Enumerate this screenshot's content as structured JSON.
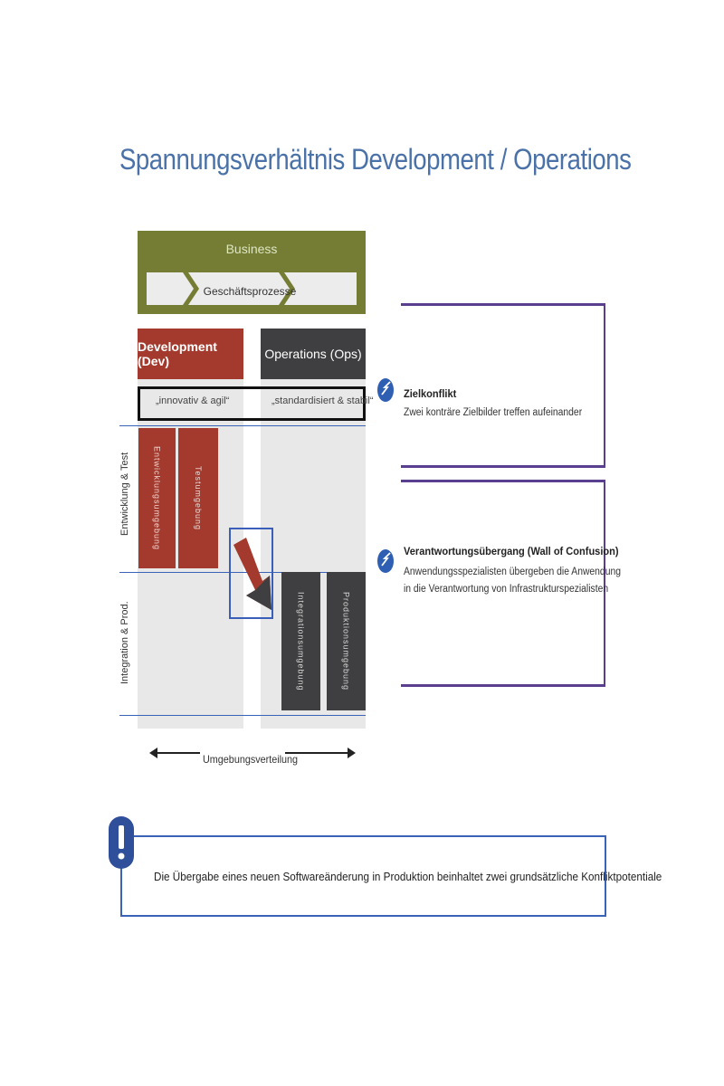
{
  "title": "Spannungsverhältnis Development / Operations",
  "diagram": {
    "business": "Business",
    "business_process": "Geschäftsprozesse",
    "dev_header": "Development (Dev)",
    "ops_header": "Operations (Ops)",
    "dev_goal": "„innovativ & agil“",
    "ops_goal": "„standardisiert & stabil“",
    "phases": {
      "dev_test": "Entwicklung & Test",
      "int_prod": "Integration & Prod."
    },
    "environments": {
      "development": "Entwicklungsumgebung",
      "test": "Testumgebung",
      "integration": "Integrationsumgebung",
      "production": "Produktionsumgebung"
    },
    "axis_label": "Umgebungsverteilung"
  },
  "panel": {
    "goal_conflict": {
      "title": "Zielkonflikt",
      "text": "Zwei konträre Zielbilder treffen aufeinander"
    },
    "wall": {
      "title": "Verantwortungsübergang (Wall of Confusion)",
      "line1": "Anwendungsspezialisten übergeben die Anwendung",
      "line2": "in die Verantwortung von Infrastrukturspezialisten"
    }
  },
  "note": "Die Übergabe eines neuen Softwareänderung in Produktion beinhaltet zwei grundsätzliche Konfliktpotentiale",
  "colors": {
    "title": "#4a72a8",
    "business": "#747d33",
    "dev": "#a33a2d",
    "ops": "#3f3f41",
    "panel_border": "#5b3f8f",
    "note_border": "#3a63b8",
    "accent_blue": "#2f5fb3"
  }
}
